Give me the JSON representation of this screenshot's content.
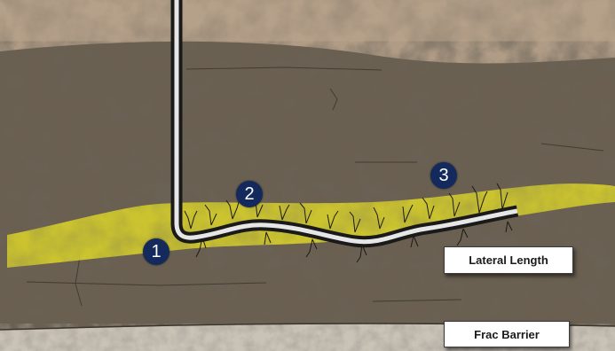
{
  "labels": {
    "lateral_length": "Lateral Length",
    "frac_barrier": "Frac Barrier"
  },
  "markers": {
    "one": "1",
    "two": "2",
    "three": "3"
  },
  "colors": {
    "overburden": "#b5a089",
    "shale": "#6b6050",
    "frac_barrier_rock": "#c9c2b6",
    "pay_zone": "#d8d22a",
    "wellbore": "#e6e6e6",
    "marker_fill": "#142a5c",
    "fracture": "#1c1a16"
  }
}
